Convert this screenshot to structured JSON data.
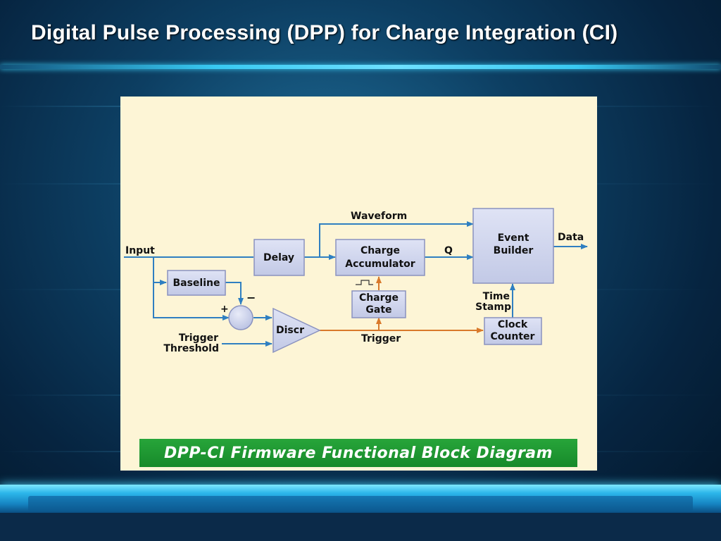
{
  "slide": {
    "title": "Digital Pulse Processing (DPP) for Charge Integration (CI)"
  },
  "diagram": {
    "caption": "DPP-CI Firmware Functional Block Diagram",
    "labels": {
      "input": "Input",
      "waveform": "Waveform",
      "data": "Data",
      "q": "Q",
      "trigger": "Trigger",
      "trigger_threshold_1": "Trigger",
      "trigger_threshold_2": "Threshold",
      "time_stamp_1": "Time",
      "time_stamp_2": "Stamp",
      "plus": "+",
      "minus": "−"
    },
    "blocks": {
      "delay": "Delay",
      "baseline": "Baseline",
      "discr": "Discr",
      "charge_accumulator_1": "Charge",
      "charge_accumulator_2": "Accumulator",
      "charge_gate_1": "Charge",
      "charge_gate_2": "Gate",
      "event_builder_1": "Event",
      "event_builder_2": "Builder",
      "clock_counter_1": "Clock",
      "clock_counter_2": "Counter"
    },
    "colors": {
      "signal_line": "#2f7fc1",
      "trigger_line": "#d9792b",
      "block_fill": "#cdd3ec",
      "block_stroke": "#8a92bf",
      "banner": "#1f9a34"
    }
  }
}
